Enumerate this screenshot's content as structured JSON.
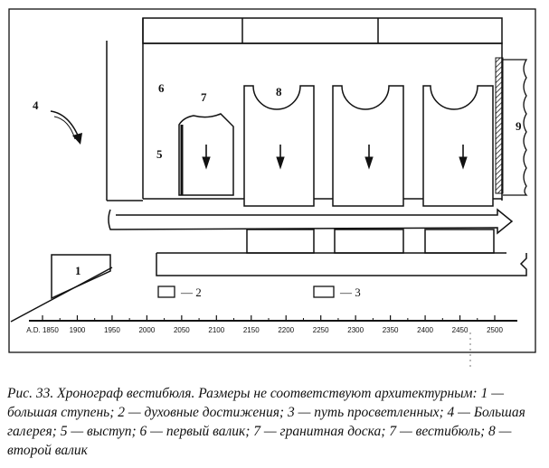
{
  "labels": {
    "l1": "1",
    "l4": "4",
    "l5": "5",
    "l6": "6",
    "l7": "7",
    "l8": "8",
    "l9": "9"
  },
  "legend": {
    "item2": "— 2",
    "item3": "— 3"
  },
  "timeline": {
    "ticks": [
      "A.D. 1850",
      "1900",
      "1950",
      "2000",
      "2050",
      "2100",
      "2150",
      "2200",
      "2250",
      "2300",
      "2350",
      "2400",
      "2450",
      "2500"
    ]
  },
  "caption": {
    "text": "Рис. 33. Хронограф вестибюля. Размеры не соответствуют архитектурным: 1 — большая ступень; 2 — духовные достижения; 3 — путь просветленных; 4 — Большая галерея; 5 — выступ; 6 — первый валик; 7 — гранитная доска; 7 — вестибюль; 8 — второй валик"
  },
  "colors": {
    "ink": "#111111",
    "paper": "#ffffff"
  }
}
